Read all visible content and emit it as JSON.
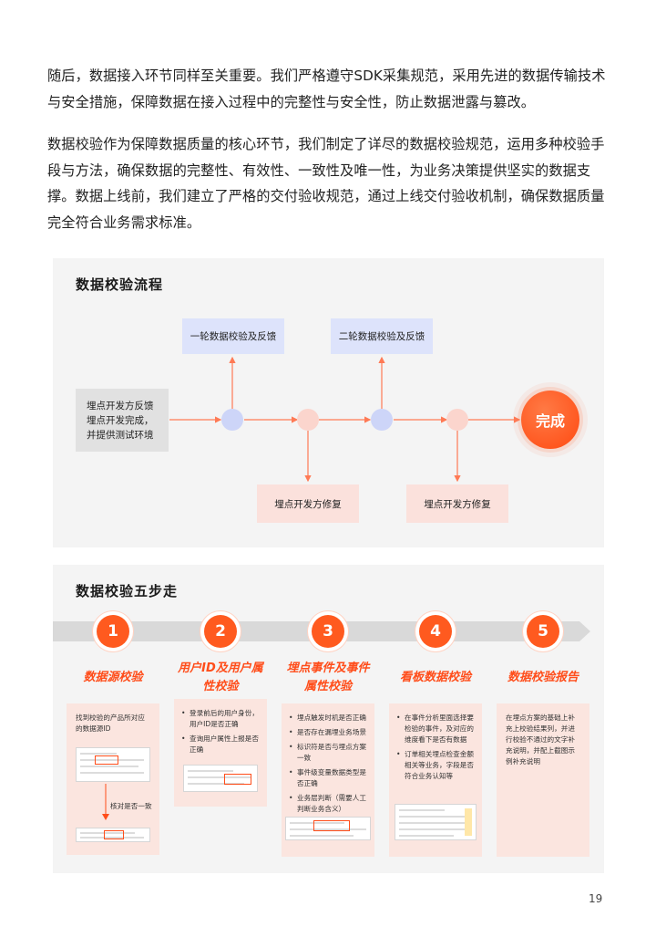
{
  "paragraphs": [
    "随后，数据接入环节同样至关重要。我们严格遵守SDK采集规范，采用先进的数据传输技术与安全措施，保障数据在接入过程中的完整性与安全性，防止数据泄露与篡改。",
    "数据校验作为保障数据质量的核心环节，我们制定了详尽的数据校验规范，运用多种校验手段与方法，确保数据的完整性、有效性、一致性及唯一性，为业务决策提供坚实的数据支撑。数据上线前，我们建立了严格的交付验收规范，通过上线交付验收机制，确保数据质量完全符合业务需求标准。"
  ],
  "flow": {
    "title": "数据校验流程",
    "start_lines": [
      "埋点开发方反馈",
      "埋点开发完成，",
      "并提供测试环境"
    ],
    "round1": "一轮数据校验及反馈",
    "round2": "二轮数据校验及反馈",
    "fix1": "埋点开发方修复",
    "fix2": "埋点开发方修复",
    "done": "完成",
    "colors": {
      "arrow": "#ff7a55",
      "accent": "#ff4d1a",
      "blue_box": "#dde3fb",
      "pink_box": "#fbe1dc"
    }
  },
  "steps": {
    "title": "数据校验五步走",
    "items": [
      {
        "num": "1",
        "title": "数据源校验",
        "text": "找到校验的产品所对应的数据源ID",
        "note": "核对是否一致"
      },
      {
        "num": "2",
        "title": "用户ID及用户属性校验",
        "bullets": [
          "登录前后的用户身份，用户ID是否正确",
          "查询用户属性上报是否正确"
        ]
      },
      {
        "num": "3",
        "title": "埋点事件及事件属性校验",
        "bullets": [
          "埋点触发时机是否正确",
          "是否存在漏埋业务场景",
          "标识符是否与埋点方案一致",
          "事件级变量数据类型是否正确",
          "业务层判断（需要人工判断业务含义）"
        ]
      },
      {
        "num": "4",
        "title": "看板数据校验",
        "bullets": [
          "在事件分析里面选择要检验的事件，及对应的维度看下是否有数据",
          "订单相关埋点检查金额相关等业务，字段是否符合业务认知等"
        ]
      },
      {
        "num": "5",
        "title": "数据校验报告",
        "text": "在埋点方案的基础上补充上校验结果列，并进行校验不通过的文字补充说明，并配上截图示例补充说明"
      }
    ]
  },
  "page_number": "19"
}
